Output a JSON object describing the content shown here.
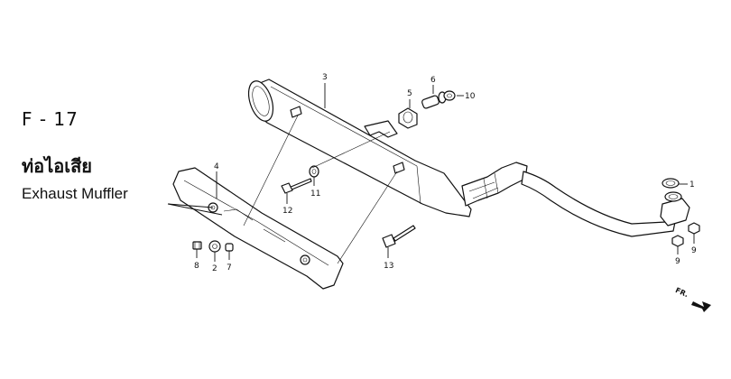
{
  "header": {
    "section_code": "F - 17",
    "thai_name": "ท่อไอเสีย",
    "english_name": "Exhaust Muffler"
  },
  "callouts": {
    "c1": "1",
    "c2": "2",
    "c3": "3",
    "c4": "4",
    "c5": "5",
    "c6": "6",
    "c7": "7",
    "c8": "8",
    "c9a": "9",
    "c9b": "9",
    "c10": "10",
    "c11": "11",
    "c12": "12",
    "c13": "13"
  },
  "direction_marker": {
    "label": "FR."
  }
}
